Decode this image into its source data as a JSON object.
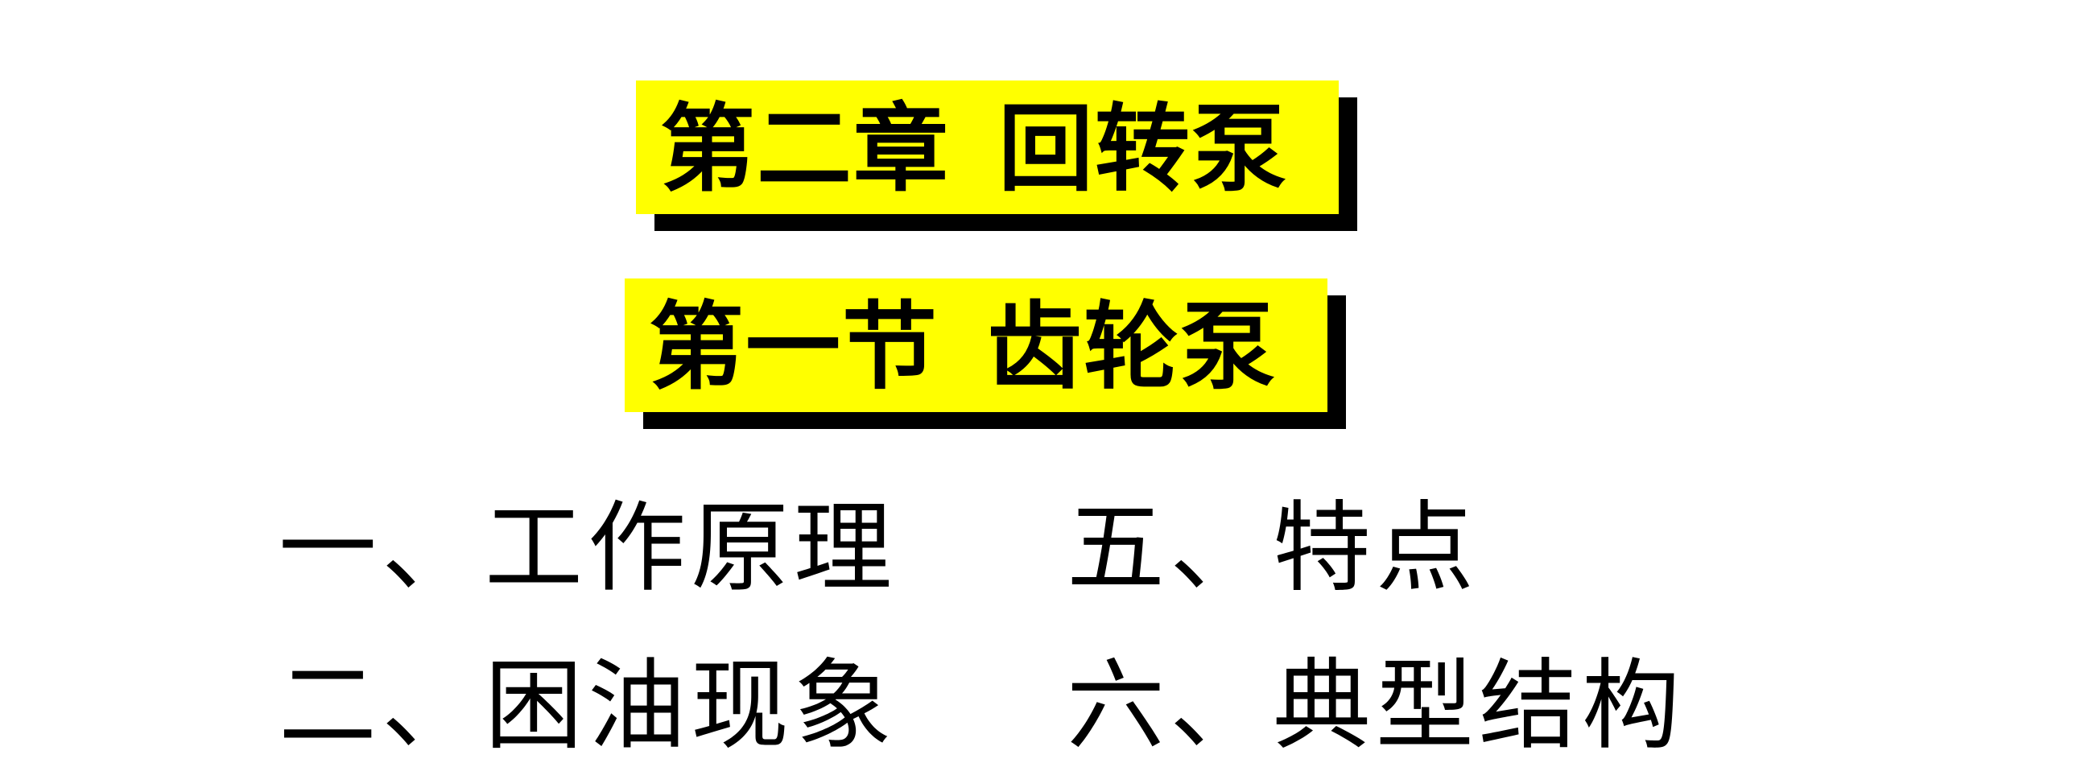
{
  "slide": {
    "titles": {
      "chapter": {
        "label": "第二章",
        "name": "回转泵"
      },
      "section": {
        "label": "第一节",
        "name": "齿轮泵"
      }
    },
    "outline": {
      "left": [
        {
          "text": "一、工作原理"
        },
        {
          "text": "二、困油现象"
        }
      ],
      "right": [
        {
          "text": "五、特点"
        },
        {
          "text": "六、典型结构"
        }
      ]
    },
    "colors": {
      "title_background": "#ffff00",
      "title_shadow": "#000000",
      "text": "#000000",
      "background": "#ffffff"
    }
  }
}
